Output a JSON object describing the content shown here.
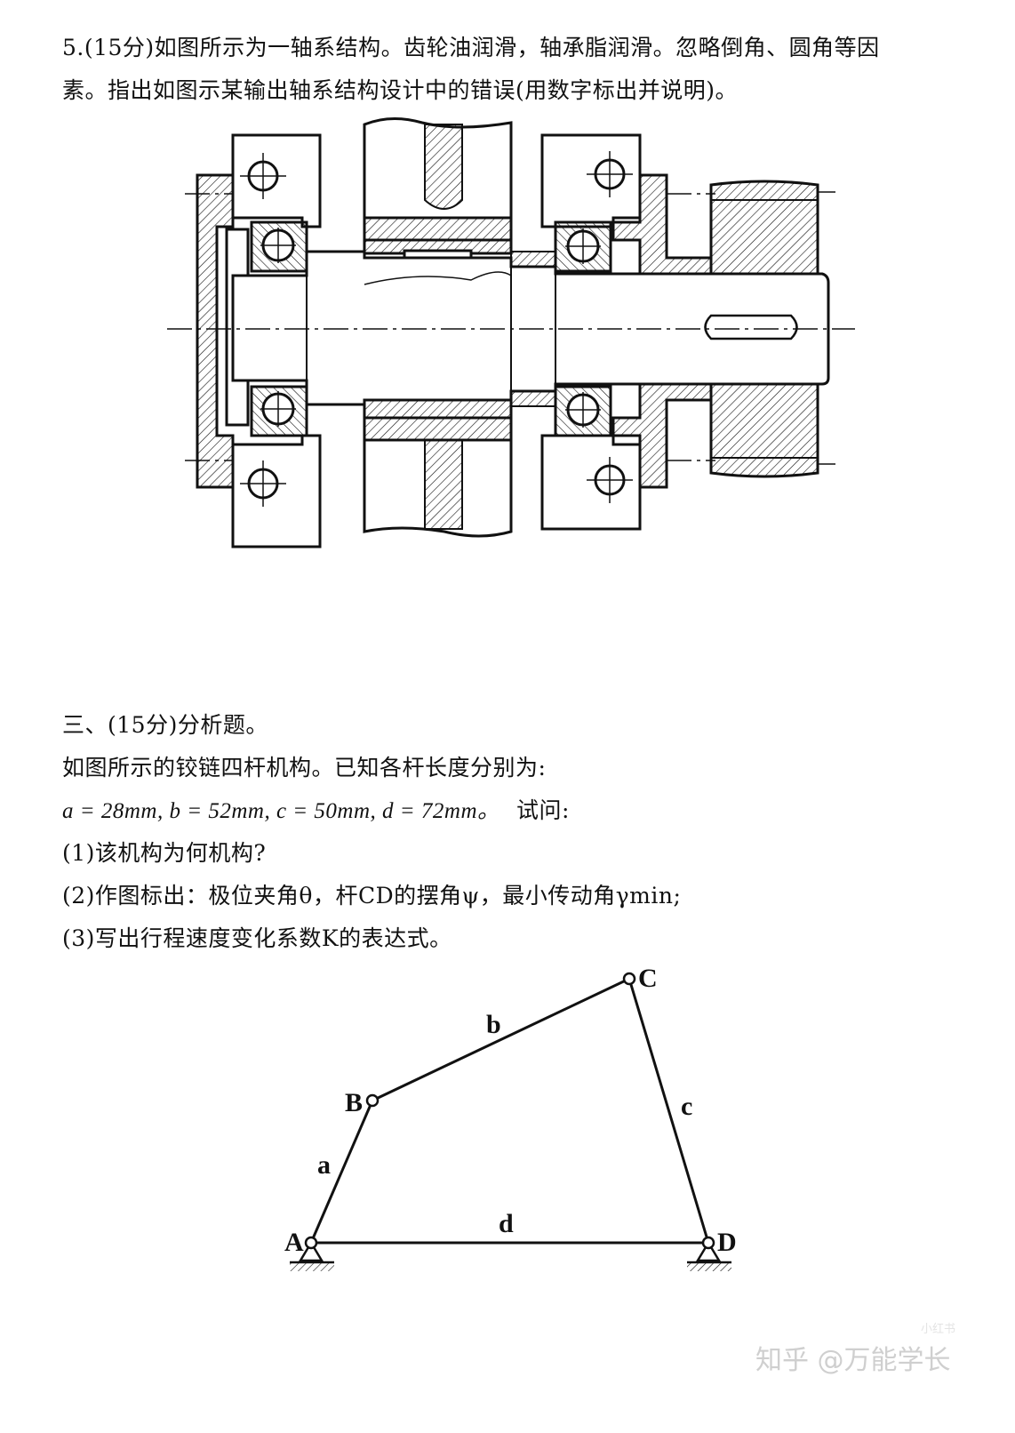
{
  "q5": {
    "line1": "5.(15分)如图所示为一轴系结构。齿轮油润滑，轴承脂润滑。忽略倒角、圆角等因",
    "line2": "素。指出如图示某输出轴系结构设计中的错误(用数字标出并说明)。"
  },
  "section3": {
    "heading": "三、(15分)分析题。",
    "intro": "如图所示的铰链四杆机构。已知各杆长度分别为:",
    "given": "a = 28mm, b = 52mm, c = 50mm, d = 72mm。",
    "ask": "试问:",
    "q1": "(1)该机构为何机构?",
    "q2": "(2)作图标出：极位夹角θ，杆CD的摆角ψ，最小传动角γmin;",
    "q3": "(3)写出行程速度变化系数K的表达式。"
  },
  "linkage": {
    "joints": {
      "A": "A",
      "B": "B",
      "C": "C",
      "D": "D"
    },
    "links": {
      "a": "a",
      "b": "b",
      "c": "c",
      "d": "d"
    },
    "lengths_mm": {
      "a": 28,
      "b": 52,
      "c": 50,
      "d": 72
    }
  },
  "watermark": {
    "text": "知乎 @万能学长",
    "stamp": "小红书"
  }
}
